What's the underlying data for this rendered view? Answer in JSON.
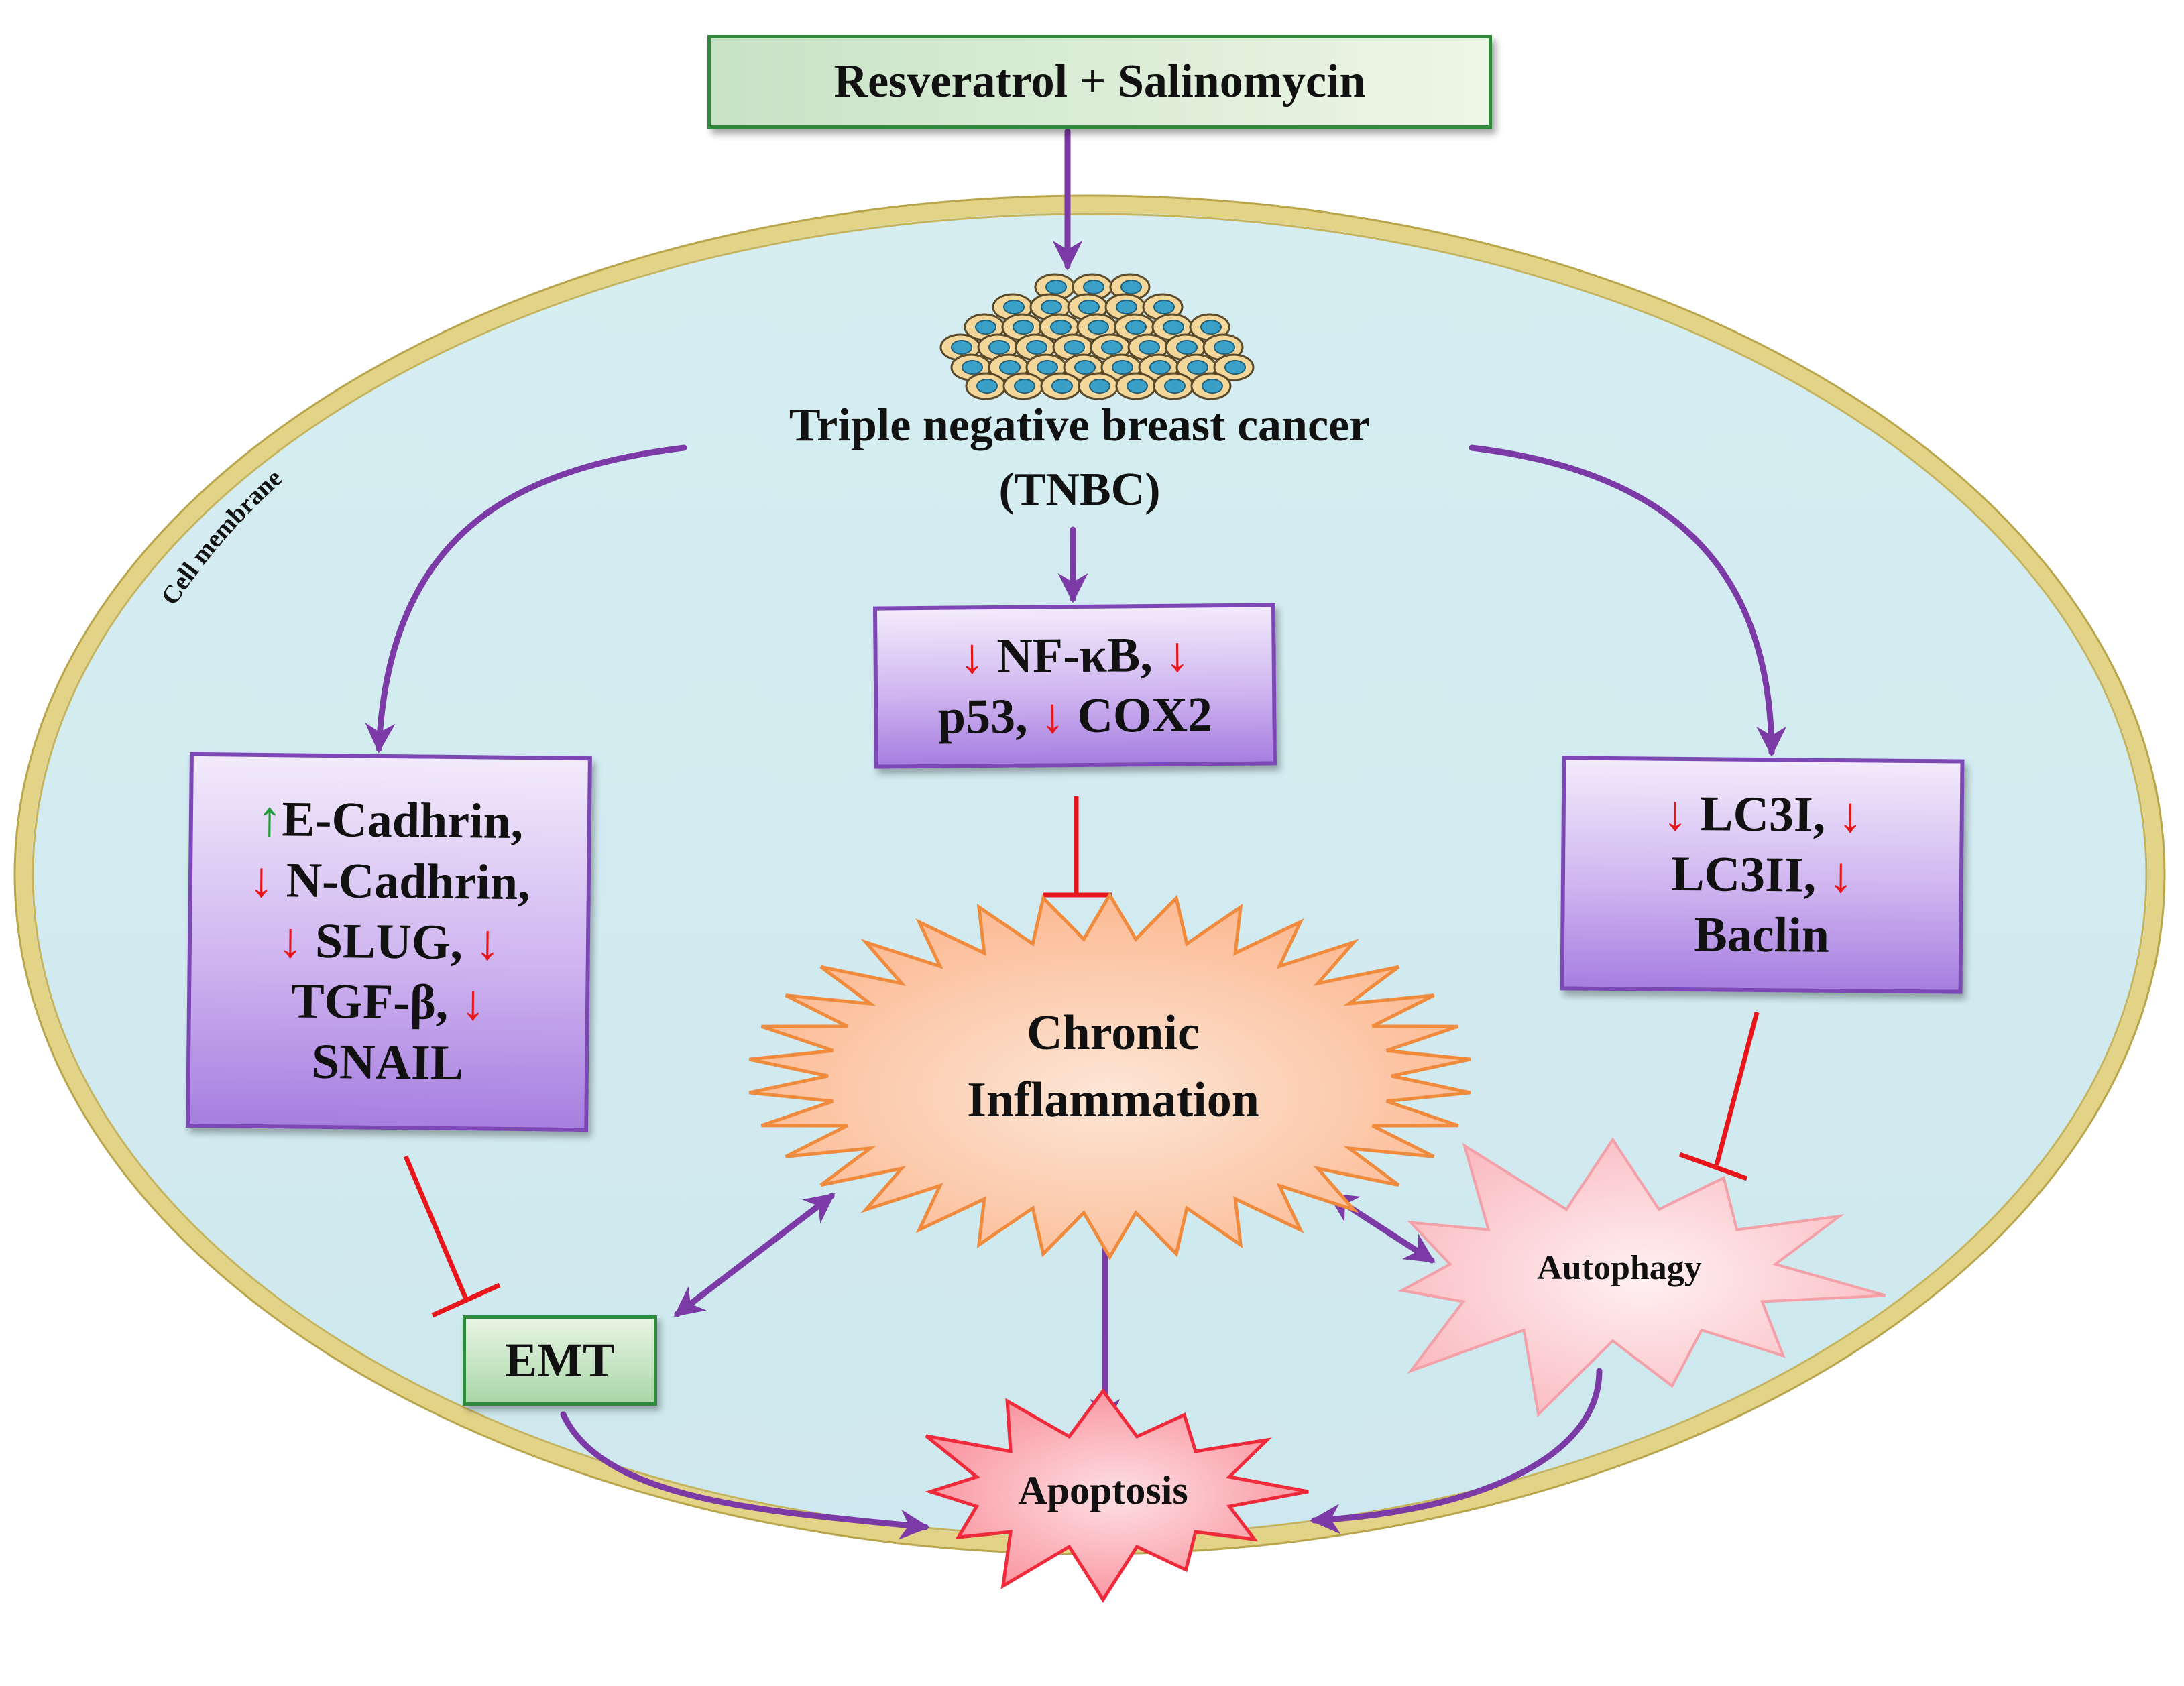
{
  "drug": {
    "label": "Resveratrol + Salinomycin"
  },
  "membrane": {
    "label": "Cell membrane"
  },
  "tnbc": {
    "line1": "Triple negative breast cancer",
    "line2": "(TNBC)"
  },
  "left_box": {
    "lines": [
      {
        "arrow": "↑",
        "text": "E-Cadhrin,"
      },
      {
        "arrow": "↓",
        "text": " N-Cadhrin,"
      },
      {
        "arrow": "↓",
        "text": " SLUG, ",
        "arrow2": "↓"
      },
      {
        "text": "TGF-β, ",
        "arrow2": "↓"
      },
      {
        "text": "SNAIL"
      }
    ]
  },
  "mid_box": {
    "lines": [
      {
        "arrow": "↓",
        "text": " NF-κB, ",
        "arrow2": "↓"
      },
      {
        "text": "p53, ",
        "arrow2": "↓",
        "text2": " COX2"
      }
    ]
  },
  "right_box": {
    "lines": [
      {
        "arrow": "↓",
        "text": " LC3I, ",
        "arrow2": "↓"
      },
      {
        "text": "LC3II, ",
        "arrow2": "↓"
      },
      {
        "text": "Baclin"
      }
    ]
  },
  "inflammation": {
    "line1": "Chronic",
    "line2": "Inflammation"
  },
  "emt": {
    "label": "EMT"
  },
  "autophagy": {
    "label": "Autophagy"
  },
  "apoptosis": {
    "label": "Apoptosis"
  },
  "colors": {
    "cell_fill": "#d3ecf0",
    "membrane": "#e7d98d",
    "arrow": "#7b3aa6",
    "inhibit": "#e8161b",
    "inflammation_fill": "#fcd0b4",
    "inflammation_stroke": "#f08a3c",
    "autophagy_fill": "#fcd3d6",
    "apoptosis_fill": "#fba3ac",
    "up_arrow": "#1d9a34",
    "down_arrow": "#e8161b"
  }
}
